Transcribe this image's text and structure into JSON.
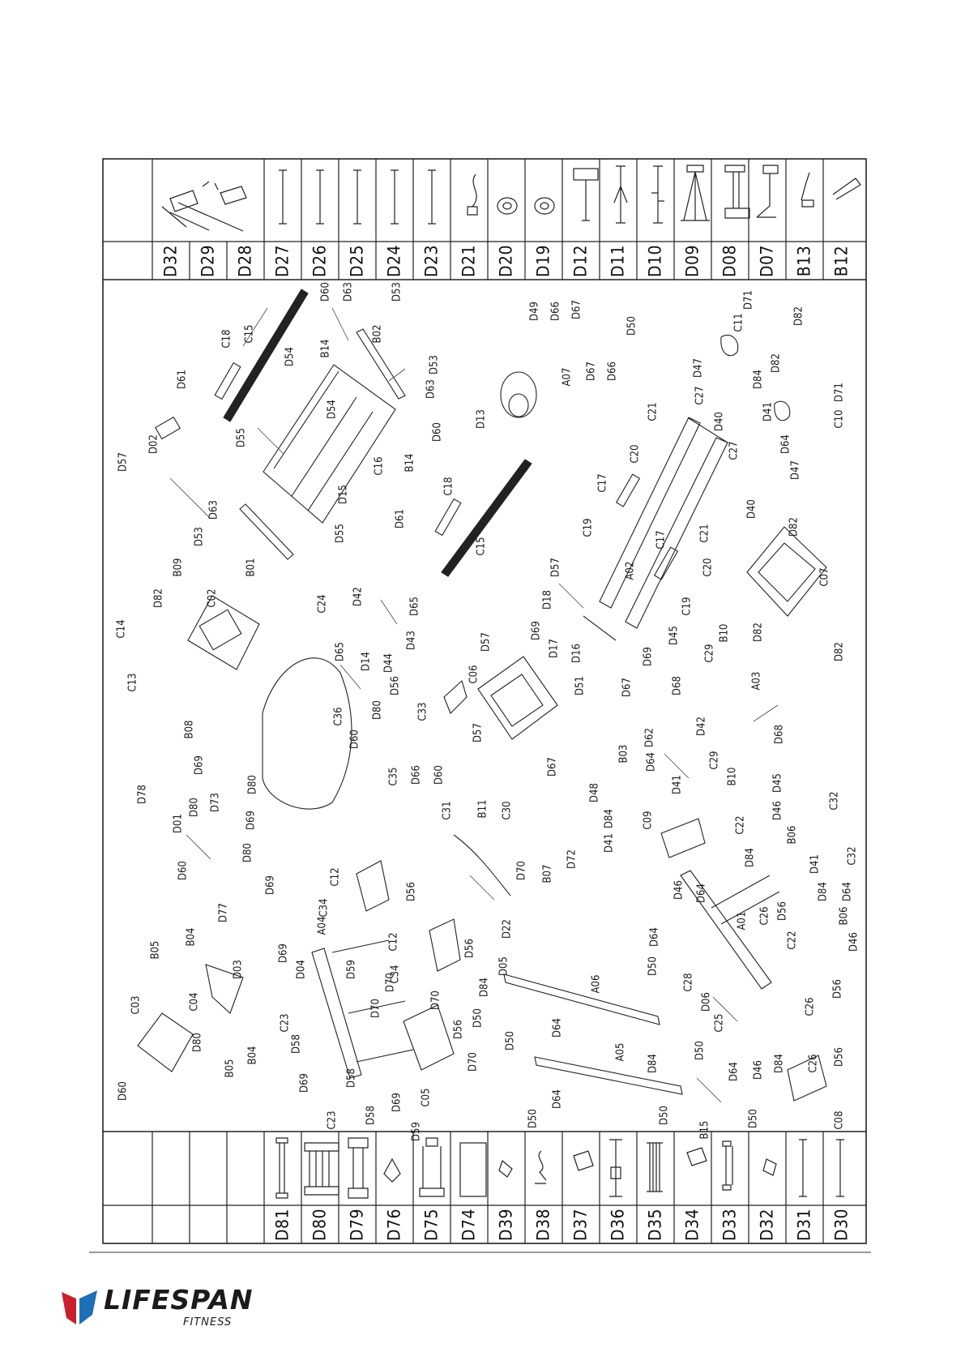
{
  "top_table": {
    "codes": [
      "D32",
      "D29",
      "D28",
      "D27",
      "D26",
      "D25",
      "D24",
      "D23",
      "D21",
      "D20",
      "D19",
      "D12",
      "D11",
      "D10",
      "D09",
      "D08",
      "D07",
      "B13",
      "B12"
    ]
  },
  "bottom_table": {
    "codes": [
      "D81",
      "D80",
      "D79",
      "D76",
      "D75",
      "D74",
      "D39",
      "D38",
      "D37",
      "D36",
      "D35",
      "D34",
      "D33",
      "D32",
      "D31",
      "D30"
    ]
  },
  "callouts": {
    "c1": "D60",
    "c2": "D63",
    "c3": "D53",
    "c4": "C18",
    "c5": "C15",
    "c6": "D61",
    "c7": "D54",
    "c8": "B14",
    "c9": "B02",
    "c10": "D53",
    "c11": "D63",
    "c12": "D57",
    "c13": "D02",
    "c14": "D55",
    "c15": "D54",
    "c16": "C16",
    "c17": "B14",
    "c18": "D60",
    "c19": "D15",
    "c20": "D55",
    "c21": "D63",
    "c22": "D53",
    "c23": "B01",
    "c24": "C24",
    "c25": "C18",
    "c26": "D61",
    "c27": "C15",
    "c28": "D13",
    "c29": "D49",
    "c30": "D66",
    "c31": "D67",
    "c32": "D50",
    "c33": "A07",
    "c34": "D67",
    "c35": "D66",
    "c36": "C11",
    "c37": "D71",
    "c38": "D82",
    "c39": "D47",
    "c40": "C27",
    "c41": "D40",
    "c42": "C21",
    "c43": "D84",
    "c44": "D82",
    "c45": "D71",
    "c46": "C10",
    "c47": "D41",
    "c48": "D64",
    "c49": "C27",
    "c50": "D47",
    "c51": "C20",
    "c52": "C17",
    "c53": "D40",
    "c54": "C21",
    "c55": "C19",
    "c56": "C17",
    "c57": "C20",
    "c58": "D82",
    "c59": "C07",
    "c60": "A02",
    "c61": "D57",
    "c62": "D18",
    "c63": "D69",
    "c64": "D17",
    "c65": "D16",
    "c66": "C19",
    "c67": "B10",
    "c68": "D82",
    "c69": "D82",
    "c70": "B09",
    "c71": "D82",
    "c72": "C02",
    "c73": "C14",
    "c74": "C13",
    "c75": "B08",
    "c76": "D42",
    "c77": "D65",
    "c78": "D65",
    "c79": "D14",
    "c80": "D44",
    "c81": "D43",
    "c82": "C36",
    "c83": "D56",
    "c84": "D80",
    "c85": "D60",
    "c86": "C33",
    "c87": "C06",
    "c88": "D57",
    "c89": "D57",
    "c90": "D67",
    "c91": "D51",
    "c92": "D67",
    "c93": "D69",
    "c94": "D45",
    "c95": "C29",
    "c96": "A03",
    "c97": "D68",
    "c98": "D42",
    "c99": "D62",
    "c100": "B03",
    "c101": "D64",
    "c102": "D41",
    "c103": "D68",
    "c104": "C29",
    "c105": "B10",
    "c106": "D45",
    "c107": "C32",
    "c108": "C35",
    "c109": "D66",
    "c110": "D60",
    "c111": "D80",
    "c112": "D69",
    "c113": "D78",
    "c114": "D73",
    "c115": "D80",
    "c116": "D01",
    "c117": "D69",
    "c118": "D80",
    "c119": "D60",
    "c120": "D48",
    "c121": "D84",
    "c122": "D41",
    "c123": "C09",
    "c124": "C22",
    "c125": "D46",
    "c126": "B06",
    "c127": "C31",
    "c128": "B11",
    "c129": "C30",
    "c130": "D70",
    "c131": "B07",
    "c132": "D72",
    "c133": "D22",
    "c134": "C12",
    "c135": "D56",
    "c136": "C34",
    "c137": "D69",
    "c138": "D77",
    "c139": "D84",
    "c140": "D41",
    "c141": "C32",
    "c142": "D46",
    "c143": "D64",
    "c144": "D56",
    "c145": "C26",
    "c146": "A01",
    "c147": "D84",
    "c148": "D64",
    "c149": "B06",
    "c150": "C22",
    "c151": "D46",
    "c152": "D64",
    "c153": "D50",
    "c154": "C28",
    "c155": "D06",
    "c156": "C25",
    "c157": "D50",
    "c158": "D64",
    "c159": "D46",
    "c160": "D84",
    "c161": "C26",
    "c162": "D56",
    "c163": "C26",
    "c164": "D56",
    "c165": "C08",
    "c166": "D50",
    "c167": "B15",
    "c168": "D50",
    "c169": "D84",
    "c170": "D50",
    "c171": "A05",
    "c172": "D64",
    "c173": "D50",
    "c174": "D64",
    "c175": "D50",
    "c176": "D84",
    "c177": "A06",
    "c178": "D05",
    "c179": "C12",
    "c180": "D56",
    "c181": "C34",
    "c182": "D70",
    "c183": "D70",
    "c184": "D56",
    "c185": "D70",
    "c186": "C05",
    "c187": "D59",
    "c188": "D70",
    "c189": "D59",
    "c190": "A04",
    "c191": "D04",
    "c192": "D69",
    "c193": "C23",
    "c194": "D58",
    "c195": "D69",
    "c196": "C23",
    "c197": "D58",
    "c198": "D69",
    "c199": "D03",
    "c200": "B05",
    "c201": "B04",
    "c202": "C04",
    "c203": "C03",
    "c204": "D80",
    "c205": "B05",
    "c206": "B04",
    "c207": "D60",
    "c208": "D58"
  },
  "brand": {
    "name": "LIFESPAN",
    "sub": "FITNESS",
    "color_left": "#c8202f",
    "color_right": "#1d6fb8"
  }
}
